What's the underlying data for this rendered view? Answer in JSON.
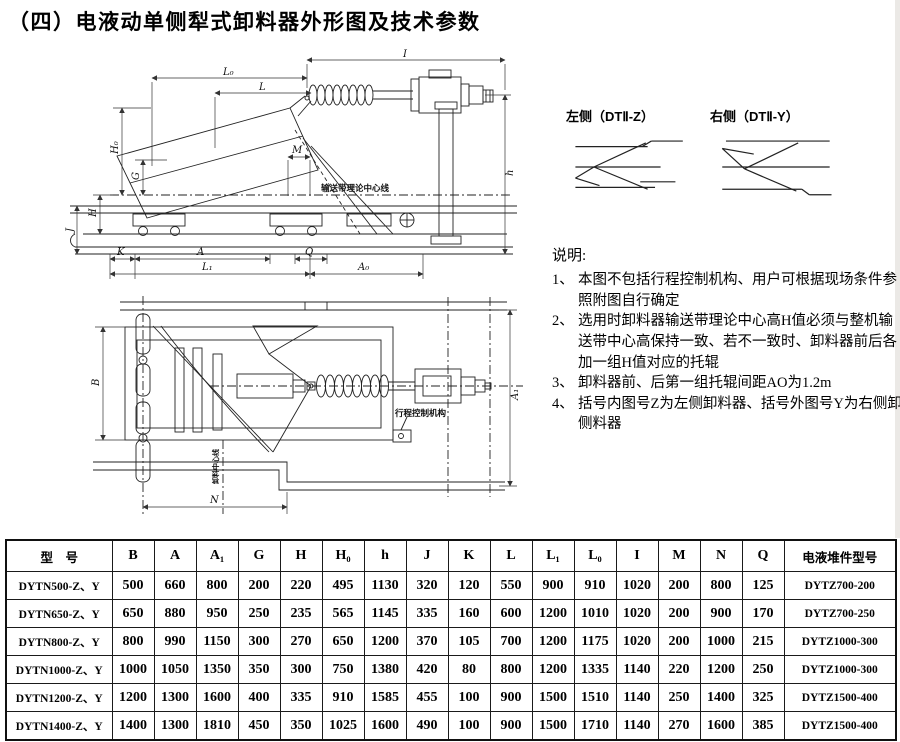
{
  "title": "（四）电液动单侧犁式卸料器外形图及技术参数",
  "side_diagrams": {
    "left_label": "左侧（DTⅡ-Z）",
    "right_label": "右侧（DTⅡ-Y）"
  },
  "drawing": {
    "labels": {
      "L0": "L₀",
      "L": "L",
      "I": "I",
      "M": "M",
      "H0": "H₀",
      "G": "G",
      "H": "H",
      "J": "J",
      "h": "h",
      "K": "K",
      "A": "A",
      "L1": "L₁",
      "Q": "Q",
      "A0": "A₀",
      "B": "B",
      "A1": "A₁",
      "N": "N",
      "belt_centerline": "输送带理论中心线",
      "stroke_control": "行程控制机构",
      "discharge_centerline": "卸料中心线"
    }
  },
  "notes": {
    "heading": "说明:",
    "items": [
      {
        "num": "1、",
        "text": "本图不包括行程控制机构、用户可根据现场条件参照附图自行确定"
      },
      {
        "num": "2、",
        "text": "选用时卸料器输送带理论中心高H值必须与整机输送带中心高保持一致、若不一致时、卸料器前后各加一组H值对应的托辊"
      },
      {
        "num": "3、",
        "text": "卸料器前、后第一组托辊间距AO为1.2m"
      },
      {
        "num": "4、",
        "text": "括号内图号Z为左侧卸料器、括号外图号Y为右侧卸侧料器"
      }
    ]
  },
  "table": {
    "headers": [
      "型　号",
      "B",
      "A",
      "A₁",
      "G",
      "H",
      "H₀",
      "h",
      "J",
      "K",
      "L",
      "L₁",
      "L₀",
      "I",
      "M",
      "N",
      "Q",
      "电液堆件型号"
    ],
    "rows": [
      [
        "DYTN500-Z、Y",
        "500",
        "660",
        "800",
        "200",
        "220",
        "495",
        "1130",
        "320",
        "120",
        "550",
        "900",
        "910",
        "1020",
        "200",
        "800",
        "125",
        "DYTZ700-200"
      ],
      [
        "DYTN650-Z、Y",
        "650",
        "880",
        "950",
        "250",
        "235",
        "565",
        "1145",
        "335",
        "160",
        "600",
        "1200",
        "1010",
        "1020",
        "200",
        "900",
        "170",
        "DYTZ700-250"
      ],
      [
        "DYTN800-Z、Y",
        "800",
        "990",
        "1150",
        "300",
        "270",
        "650",
        "1200",
        "370",
        "105",
        "700",
        "1200",
        "1175",
        "1020",
        "200",
        "1000",
        "215",
        "DYTZ1000-300"
      ],
      [
        "DYTN1000-Z、Y",
        "1000",
        "1050",
        "1350",
        "350",
        "300",
        "750",
        "1380",
        "420",
        "80",
        "800",
        "1200",
        "1335",
        "1140",
        "220",
        "1200",
        "250",
        "DYTZ1000-300"
      ],
      [
        "DYTN1200-Z、Y",
        "1200",
        "1300",
        "1600",
        "400",
        "335",
        "910",
        "1585",
        "455",
        "100",
        "900",
        "1500",
        "1510",
        "1140",
        "250",
        "1400",
        "325",
        "DYTZ1500-400"
      ],
      [
        "DYTN1400-Z、Y",
        "1400",
        "1300",
        "1810",
        "450",
        "350",
        "1025",
        "1600",
        "490",
        "100",
        "900",
        "1500",
        "1710",
        "1140",
        "270",
        "1600",
        "385",
        "DYTZ1500-400"
      ]
    ]
  }
}
